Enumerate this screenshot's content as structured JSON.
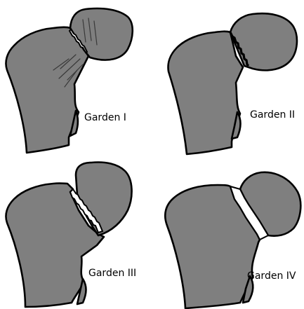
{
  "panels": [
    {
      "label": "Garden I"
    },
    {
      "label": "Garden II"
    },
    {
      "label": "Garden III"
    },
    {
      "label": "Garden IV"
    }
  ],
  "colors": {
    "bone": "#7f7f7f",
    "outline": "#000000",
    "background": "#ffffff"
  }
}
